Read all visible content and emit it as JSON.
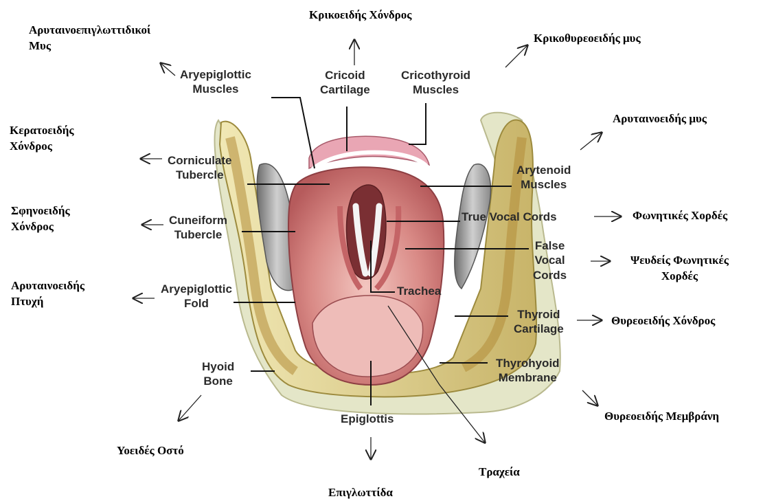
{
  "greek_labels": {
    "cricoid": "Κρικοειδής Χόνδρος",
    "aryepiglottic_muscles": "Αρυταινοεπιγλωττιδικοί\nΜυς",
    "cricothyroid": "Κρικοθυρεοειδής μυς",
    "corniculate": "Κερατοειδής\nΧόνδρος",
    "arytenoid_muscles": "Αρυταινοειδής μυς",
    "cuneiform": "Σφηνοειδής\nΧόνδρος",
    "true_vocal": "Φωνητικές Χορδές",
    "false_vocal": "Ψευδείς Φωνητικές\nΧορδές",
    "aryepiglottic_fold": "Αρυταινοειδής\nΠτυχή",
    "thyroid_cartilage": "Θυρεοειδής Χόνδρος",
    "thyrohyoid_membrane": "Θυρεοειδής Μεμβράνη",
    "hyoid": "Υοειδές Οστό",
    "trachea": "Τραχεία",
    "epiglottis": "Επιγλωττίδα"
  },
  "english_labels": {
    "aryepiglottic_muscles": "Aryepiglottic\nMuscles",
    "cricoid": "Cricoid\nCartilage",
    "cricothyroid": "Cricothyroid\nMuscles",
    "corniculate": "Corniculate\nTubercle",
    "arytenoid": "Arytenoid\nMuscles",
    "cuneiform": "Cuneiform\nTubercle",
    "true_vocal": "True Vocal Cords",
    "false_vocal": "False\nVocal\nCords",
    "aryepiglottic_fold": "Aryepiglottic\nFold",
    "trachea": "Trachea",
    "thyroid": "Thyroid\nCartilage",
    "hyoid": "Hyoid\nBone",
    "thyrohyoid": "Thyrohyoid\nMembrane",
    "epiglottis": "Epiglottis"
  }
}
